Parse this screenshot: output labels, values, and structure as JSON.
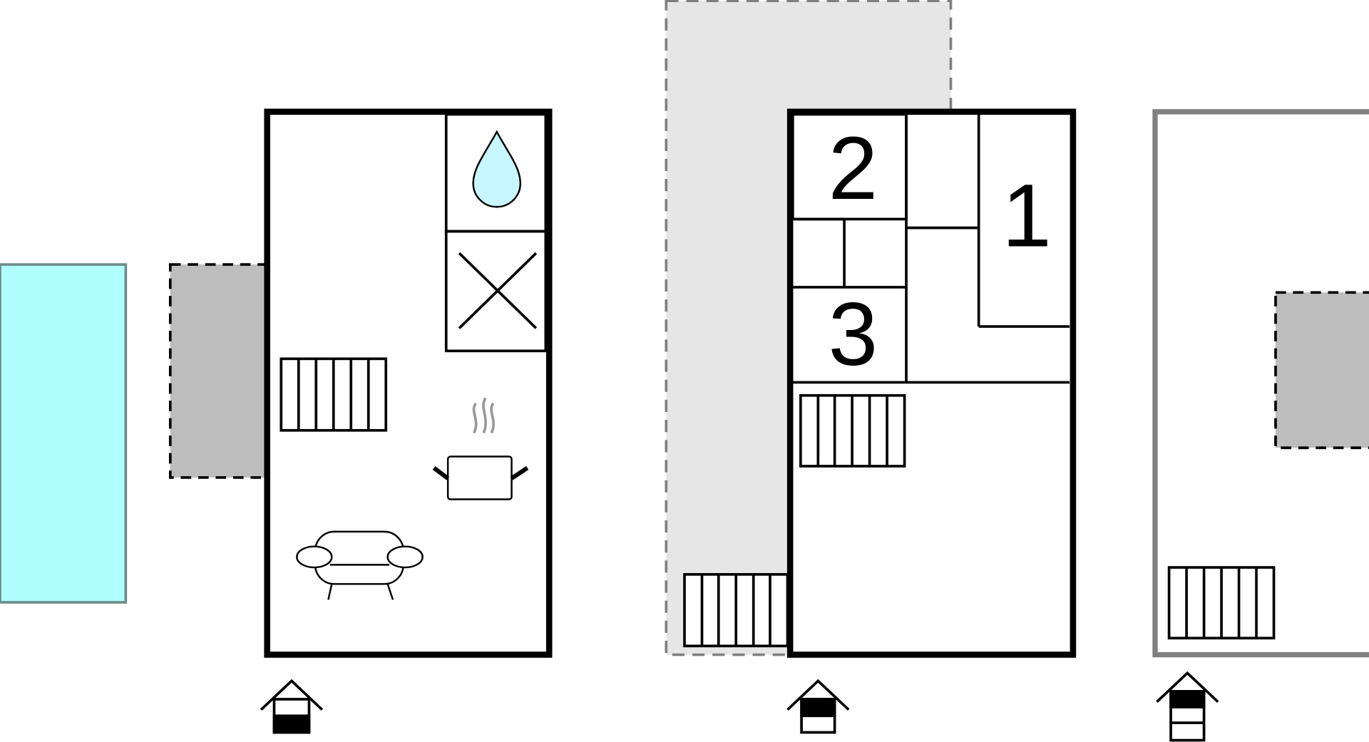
{
  "floors": [
    {
      "icon": "house-level-ground-icon",
      "rooms": []
    },
    {
      "icon": "house-level-first-icon",
      "rooms": [
        {
          "number": "2"
        },
        {
          "number": "1"
        },
        {
          "number": "3"
        }
      ]
    },
    {
      "icon": "house-level-attic-icon",
      "rooms": []
    }
  ],
  "colors": {
    "pool": "#b0ffff",
    "terrace": "#bdbdbd",
    "balcony": "#e6e6e6",
    "water": "#c8f7ff",
    "wall": "#000000",
    "attic_wall": "#808080"
  }
}
